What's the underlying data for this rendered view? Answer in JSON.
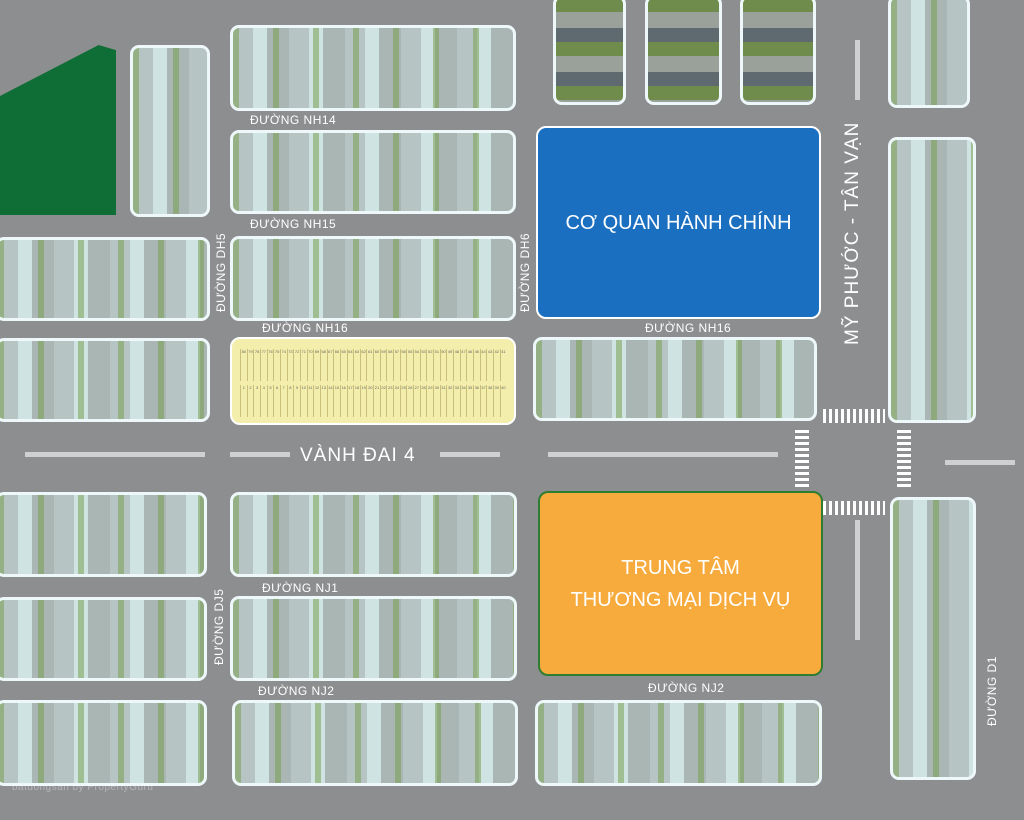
{
  "zones": {
    "admin": {
      "label": "CƠ QUAN HÀNH CHÍNH",
      "color": "#1b6fc0"
    },
    "commerce": {
      "line1": "TRUNG TÂM",
      "line2": "THƯƠNG MẠI DỊCH VỤ",
      "color": "#f6ab3c"
    },
    "park": {
      "color": "#0f6e35"
    }
  },
  "roads": {
    "nh14": "ĐƯỜNG NH14",
    "nh15": "ĐƯỜNG NH15",
    "nh16": "ĐƯỜNG NH16",
    "nh16b": "ĐƯỜNG NH16",
    "dh5": "ĐƯỜNG DH5",
    "dh6": "ĐƯỜNG DH6",
    "main": "MỸ PHƯỚC - TÂN VẠN",
    "ring": "VÀNH ĐAI 4",
    "nj1": "ĐƯỜNG NJ1",
    "dj5": "ĐƯỜNG DJ5",
    "nj2": "ĐƯỜNG NJ2",
    "nj2b": "ĐƯỜNG NJ2",
    "d1": "ĐƯỜNG D1"
  },
  "lots": {
    "top_start": 80,
    "top_end": 41,
    "bottom_start": 1,
    "bottom_end": 40,
    "color": "#f3eeab"
  },
  "watermark": "batdongsan by PropertyGuru"
}
